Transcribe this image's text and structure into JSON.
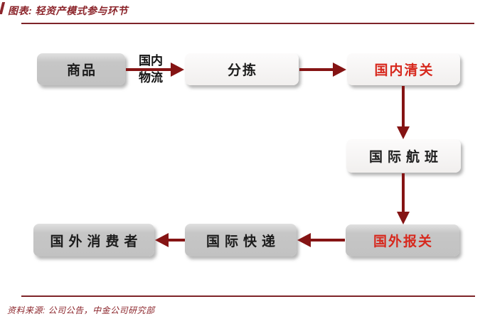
{
  "figure": {
    "title": "图表: 轻资产模式参与环节",
    "source": "资料来源: 公司公告，中金公司研究部"
  },
  "colors": {
    "accent_maroon": "#8c262c",
    "rule_maroon": "#7e2429",
    "arrow_red": "#851414",
    "node_red_text": "#d7281d",
    "node_gray": "#c3c3c3",
    "node_light": "#f2f0ef",
    "node_black_text": "#1c1c1c",
    "background": "#ffffff"
  },
  "flowchart": {
    "nodes": [
      {
        "id": "goods",
        "label": "商品",
        "fill": "gray",
        "text_color": "black"
      },
      {
        "id": "sorting",
        "label": "分拣",
        "fill": "light",
        "text_color": "black"
      },
      {
        "id": "domestic-customs",
        "label": "国内清关",
        "fill": "light",
        "text_color": "red"
      },
      {
        "id": "intl-flight",
        "label": "国际航班",
        "fill": "light",
        "text_color": "black"
      },
      {
        "id": "overseas-customs",
        "label": "国外报关",
        "fill": "gray",
        "text_color": "red"
      },
      {
        "id": "intl-express",
        "label": "国际快递",
        "fill": "gray",
        "text_color": "black"
      },
      {
        "id": "overseas-consumer",
        "label": "国外消费者",
        "fill": "gray",
        "text_color": "black"
      }
    ],
    "edge_label": {
      "line1": "国内",
      "line2": "物流"
    },
    "edges": [
      {
        "from": "商品",
        "to": "分拣",
        "label": "国内物流",
        "direction": "right"
      },
      {
        "from": "分拣",
        "to": "国内清关",
        "label": "",
        "direction": "right"
      },
      {
        "from": "国内清关",
        "to": "国际航班",
        "label": "",
        "direction": "down"
      },
      {
        "from": "国际航班",
        "to": "国外报关",
        "label": "",
        "direction": "down"
      },
      {
        "from": "国外报关",
        "to": "国际快递",
        "label": "",
        "direction": "left"
      },
      {
        "from": "国际快递",
        "to": "国外消费者",
        "label": "",
        "direction": "left"
      }
    ]
  }
}
